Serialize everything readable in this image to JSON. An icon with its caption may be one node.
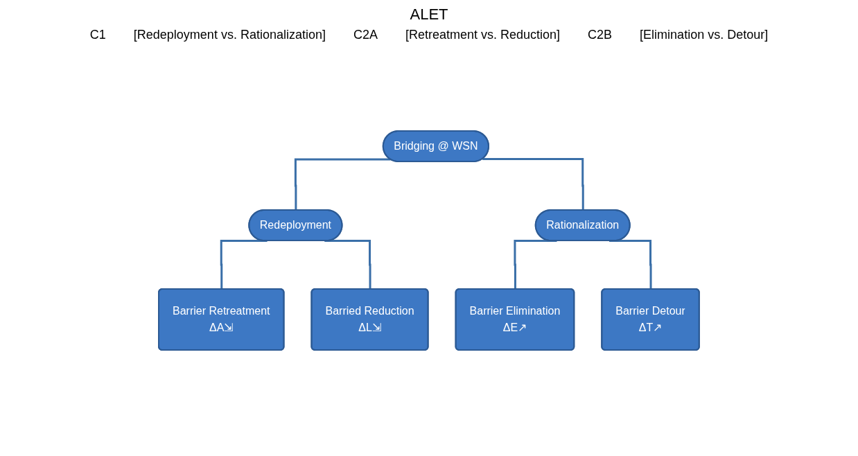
{
  "diagram": {
    "title": "ALET",
    "nodes": [
      {
        "text": [
          "Bridging @ WSN"
        ]
      },
      {
        "text": [
          "Redeployment"
        ]
      },
      {
        "text": [
          "Rationalization"
        ]
      },
      {
        "text": [
          "Barrier Retreatment",
          "ΔA⇲"
        ]
      },
      {
        "text": [
          "Barried Reduction",
          "ΔL⇲"
        ]
      },
      {
        "text": [
          "Barrier Elimination",
          "ΔE↗"
        ]
      },
      {
        "text": [
          "Barrier Detour",
          "ΔT↗"
        ]
      }
    ],
    "edges": [
      {
        "from": 0,
        "to": 1,
        "arrow": "none"
      },
      {
        "from": 0,
        "to": 2,
        "arrow": "none"
      },
      {
        "from": 1,
        "to": 3,
        "arrow": "none"
      },
      {
        "from": 1,
        "to": 4,
        "arrow": "none"
      },
      {
        "from": 2,
        "to": 5,
        "arrow": "none"
      },
      {
        "from": 2,
        "to": 6,
        "arrow": "none"
      }
    ],
    "labels": [
      "C1",
      "[Redeployment vs. Rationalization]",
      "C2A",
      "[Retreatment vs. Reduction]",
      "C2B",
      "[Elimination vs. Detour]"
    ]
  }
}
